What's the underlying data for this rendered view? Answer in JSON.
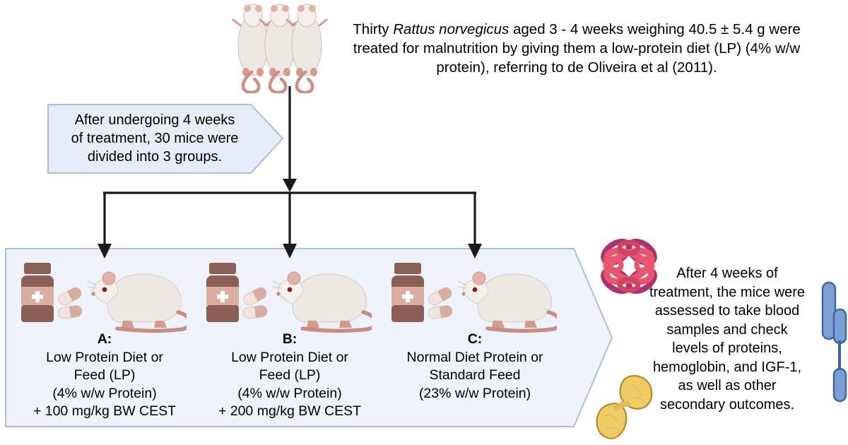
{
  "diagram": {
    "title": "Experimental study design: low-protein diet rat model",
    "background_color": "#ffffff",
    "panel_fill": "#EDF2FB",
    "panel_border": "#A9BEDD",
    "callout_fill": "#E6EDF9",
    "connector_color": "#1A1A1A"
  },
  "intro": {
    "line1_a": "Thirty ",
    "line1_species": "Rattus norvegicus",
    "line1_b": " aged 3 - 4 weeks weighing 40.5 ± 5.4",
    "line2": "g were treated for malnutrition by giving them a low-protein",
    "line3": "diet (LP) (4% w/w protein), referring to de Oliveira et al (2011)."
  },
  "callout": {
    "line1": "After undergoing 4 weeks",
    "line2": "of treatment, 30 mice were",
    "line3": "divided into 3 groups."
  },
  "groups": [
    {
      "id": "A:",
      "lines": [
        "Low Protein Diet or",
        "Feed (LP)",
        "(4% w/w Protein)",
        "+ 100 mg/kg BW CEST"
      ]
    },
    {
      "id": "B:",
      "lines": [
        "Low Protein Diet or",
        "Feed (LP)",
        "(4% w/w Protein)",
        "+ 200 mg/kg BW CEST"
      ]
    },
    {
      "id": "C:",
      "lines": [
        "Normal Diet Protein or",
        "Standard Feed",
        "(23% w/w Protein)"
      ]
    }
  ],
  "outcome": {
    "line1": "After 4 weeks of",
    "line2": "treatment, the mice were",
    "line3": "assessed to take blood",
    "line4": "samples and check",
    "line5": "levels of proteins,",
    "line6": "hemoglobin, and IGF-1,",
    "line7": "as well as other",
    "line8": "secondary outcomes."
  },
  "icons": {
    "rats_top": "three-rats-icon",
    "medicine_bottle": "medicine-bottle-icon",
    "pills": "capsule-pills-icon",
    "rat_side": "rat-side-view-icon",
    "hemoglobin": "hemoglobin-protein-icon",
    "igf1": "igf1-protein-icon",
    "receptor": "igf1-receptor-icon",
    "down_arrow": "down-arrow-icon",
    "branch": "branch-connector-icon"
  },
  "colors": {
    "bottle_cap": "#8B6058",
    "bottle_body": "#8B5F56",
    "bottle_label": "#D9AEA1",
    "pill_light": "#F1E4DE",
    "pill_dark": "#D6AD9E",
    "rat_body": "#EDE8E2",
    "rat_tail": "#C98C81",
    "hemoglobin_pink": "#E8556D",
    "hemoglobin_magenta": "#A83272",
    "igf1_yellow": "#EECB63",
    "receptor_blue": "#5B83C0"
  }
}
